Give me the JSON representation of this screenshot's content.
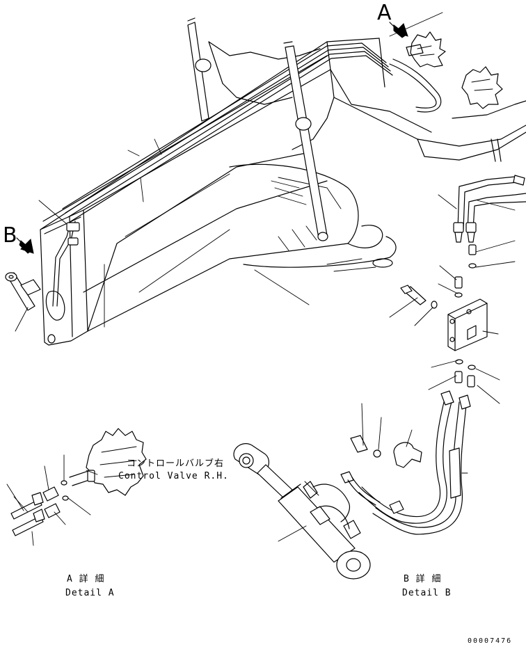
{
  "views": {
    "a": {
      "letter": "A",
      "caption_jp": "A 詳 細",
      "caption_en": "Detail A"
    },
    "b": {
      "letter": "B",
      "caption_jp": "B 詳 細",
      "caption_en": "Detail B"
    }
  },
  "control_valve": {
    "label_jp": "コントロールバルブ右",
    "label_en": "Control Valve R.H."
  },
  "drawing_number": "00007476"
}
